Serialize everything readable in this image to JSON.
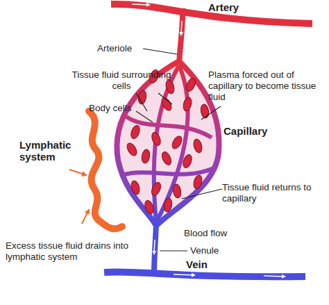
{
  "diagram": {
    "labels": [
      "Artery",
      "Arteriole",
      "Tissue fluid surrounding cells",
      "Body cells",
      "Plasma forced out of capillary to become tissue fluid",
      "Capillary",
      "Lymphatic system",
      "Tissue fluid returns to capillary",
      "Blood flow",
      "Venule",
      "Vein",
      "Excess tissue fluid drains into lymphatic system"
    ]
  }
}
